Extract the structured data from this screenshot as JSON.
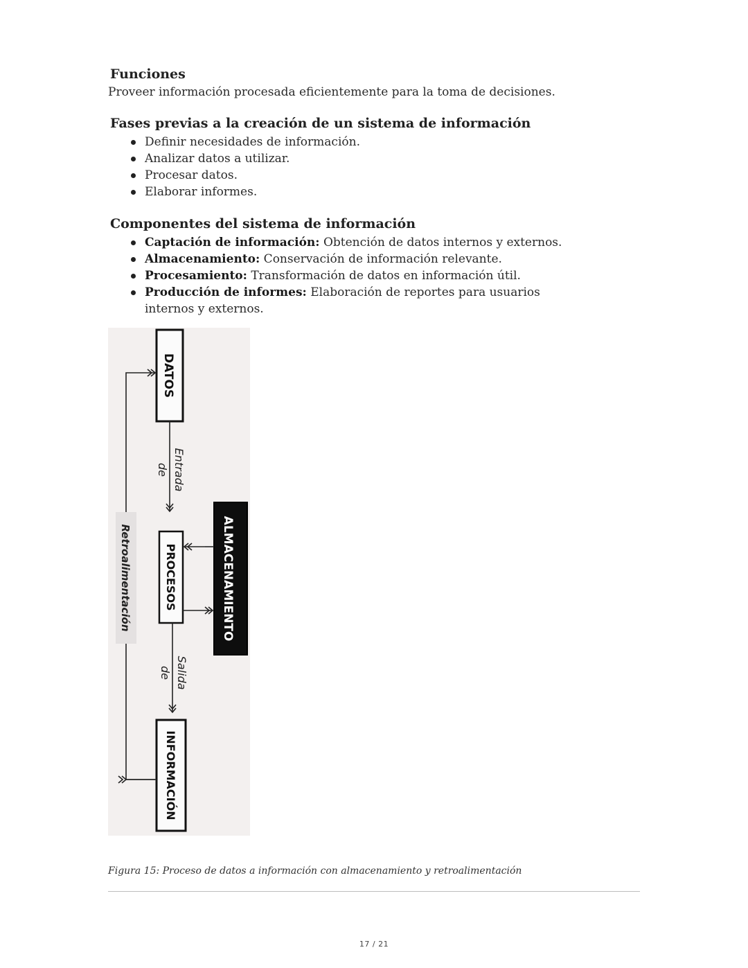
{
  "funciones": {
    "heading": "Funciones",
    "text": "Proveer información procesada eficientemente para la toma de decisiones."
  },
  "fases": {
    "heading": "Fases previas a la creación de un sistema de información",
    "items": [
      "Definir necesidades de información.",
      "Analizar datos a utilizar.",
      "Procesar datos.",
      "Elaborar informes."
    ]
  },
  "componentes": {
    "heading": "Componentes del sistema de información",
    "items": [
      {
        "term": "Captación de información:",
        "desc": " Obtención de datos internos y externos."
      },
      {
        "term": "Almacenamiento:",
        "desc": " Conservación de información relevante."
      },
      {
        "term": "Procesamiento:",
        "desc": " Transformación de datos en información útil."
      },
      {
        "term": "Producción de informes:",
        "desc": " Elaboración de reportes para usuarios internos y externos."
      }
    ]
  },
  "diagram": {
    "box_datos": "DATOS",
    "box_procesos": "PROCESOS",
    "box_informacion": "INFORMACIÓN",
    "box_almacenamiento": "ALMACENAMIENTO",
    "label_entrada_1": "Entrada",
    "label_entrada_2": "de",
    "label_salida_1": "Salida",
    "label_salida_2": "de",
    "label_retro": "Retroalimentación"
  },
  "caption": "Figura 15: Proceso de datos a información con almacenamiento y retroalimentación",
  "page_number": "17 / 21"
}
